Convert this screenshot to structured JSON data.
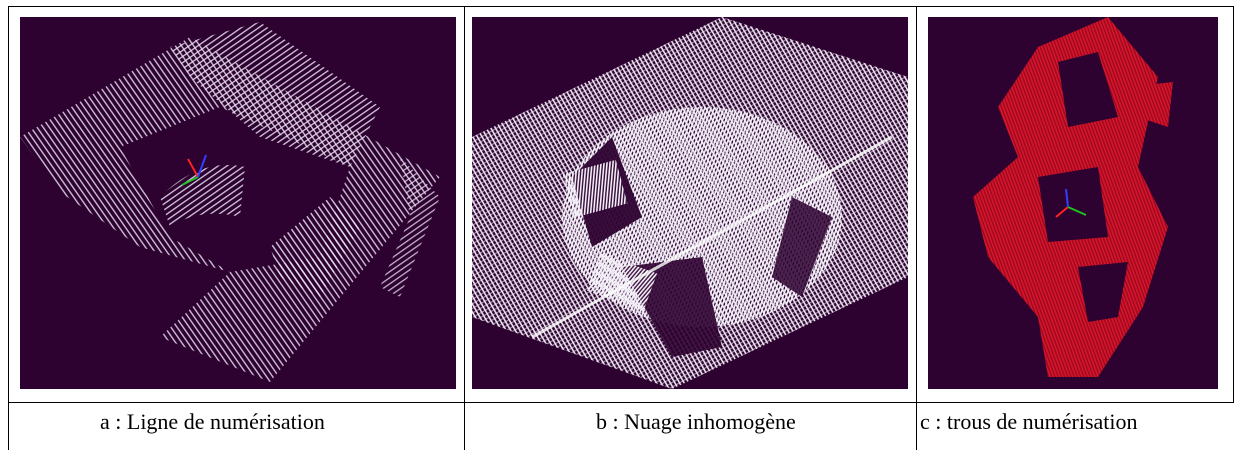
{
  "figure": {
    "background_color": "#2d0130",
    "panels": [
      {
        "id": "a",
        "caption": "a : Ligne de numérisation",
        "point_color": "#e8e0f0"
      },
      {
        "id": "b",
        "caption": "b : Nuage inhomogène",
        "point_color": "#f4f0f8"
      },
      {
        "id": "c",
        "caption": "c : trous de numérisation",
        "point_color": "#c8102a"
      }
    ],
    "axis_colors": {
      "x": "#ff2020",
      "y": "#20c020",
      "z": "#3040ff"
    }
  }
}
